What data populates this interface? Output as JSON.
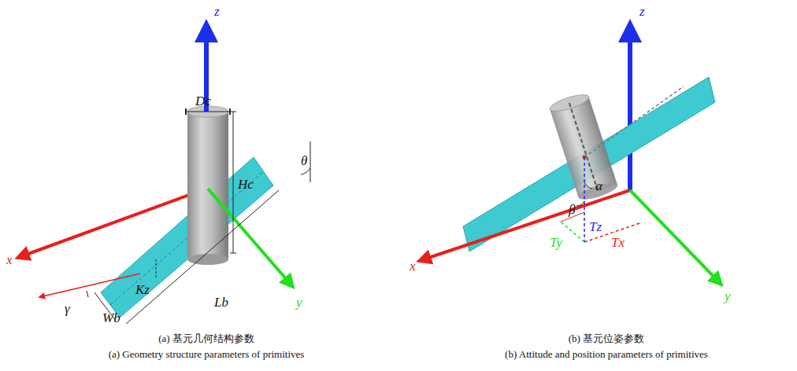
{
  "diagram": {
    "labels": [
      "z",
      "Dc",
      "Hc",
      "θ",
      "x",
      "γ",
      "Kz",
      "Lb",
      "Wb",
      "y",
      "(a) 基元几何结构参数",
      "(a) Geometry structure parameters of primitives",
      "z",
      "α",
      "β",
      "Tz",
      "Ty",
      "Tx",
      "x",
      "y",
      "(b) 基元位姿参数",
      "(b) Attitude and position parameters of primitives"
    ]
  }
}
